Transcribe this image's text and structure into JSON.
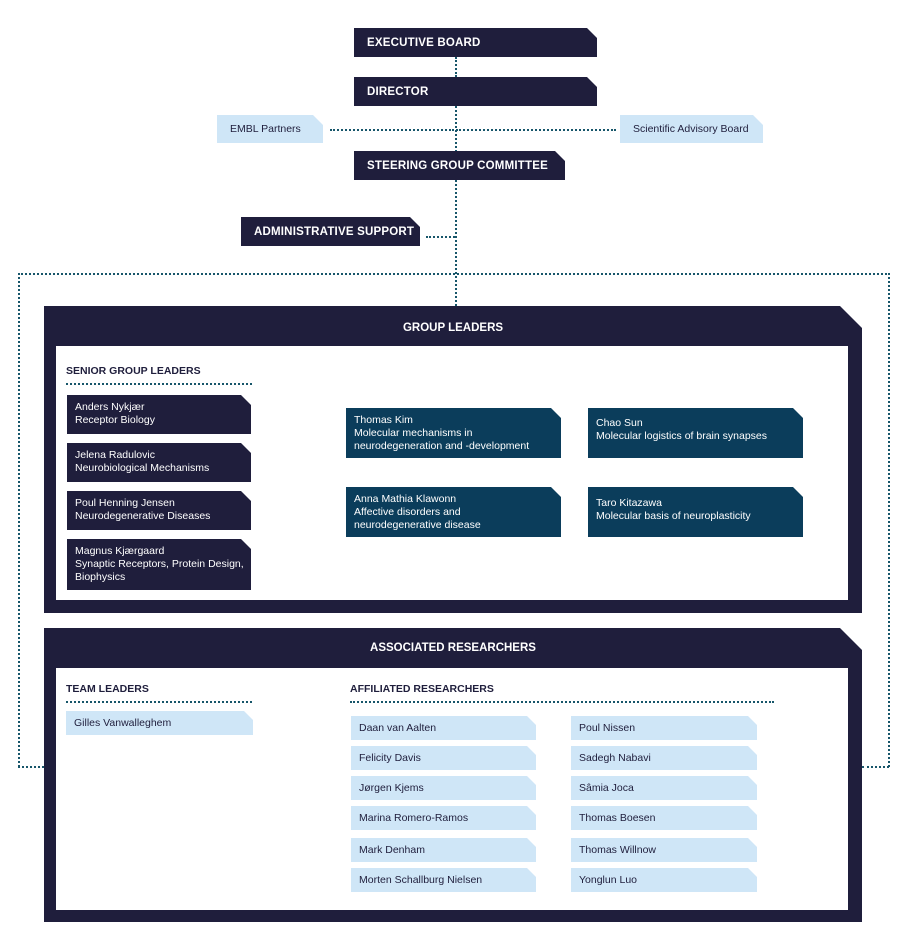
{
  "top": {
    "executive_board": "EXECUTIVE BOARD",
    "director": "DIRECTOR",
    "embl_partners": "EMBL Partners",
    "scientific_advisory_board": "Scientific Advisory Board",
    "steering_group": "STEERING GROUP COMMITTEE",
    "administrative_support": "ADMINISTRATIVE SUPPORT"
  },
  "group_leaders": {
    "title": "GROUP LEADERS",
    "senior_label": "SENIOR GROUP LEADERS",
    "senior": [
      {
        "name": "Anders Nykjær",
        "area": "Receptor Biology"
      },
      {
        "name": "Jelena Radulovic",
        "area": "Neurobiological Mechanisms"
      },
      {
        "name": "Poul Henning Jensen",
        "area": "Neurodegenerative Diseases"
      },
      {
        "name": "Magnus Kjærgaard",
        "area": "Synaptic Receptors, Protein Design, Biophysics"
      }
    ],
    "leaders": [
      {
        "name": "Thomas Kim",
        "area": "Molecular mechanisms in neurodegeneration and -development"
      },
      {
        "name": "Chao Sun",
        "area": "Molecular logistics of brain synapses"
      },
      {
        "name": "Anna Mathia Klawonn",
        "area": "Affective disorders and neurodegenerative disease"
      },
      {
        "name": "Taro Kitazawa",
        "area": "Molecular basis of neuroplasticity"
      }
    ]
  },
  "associated": {
    "title": "ASSOCIATED RESEARCHERS",
    "team_label": "TEAM LEADERS",
    "team": [
      "Gilles Vanwalleghem"
    ],
    "affiliated_label": "AFFILIATED RESEARCHERS",
    "affiliated_left": [
      "Daan van Aalten",
      "Felicity Davis",
      "Jørgen Kjems",
      "Marina Romero-Ramos",
      "Mark Denham",
      "Morten Schallburg Nielsen"
    ],
    "affiliated_right": [
      "Poul Nissen",
      "Sadegh Nabavi",
      "Sâmia Joca",
      "Thomas Boesen",
      "Thomas Willnow",
      "Yonglun Luo"
    ]
  }
}
